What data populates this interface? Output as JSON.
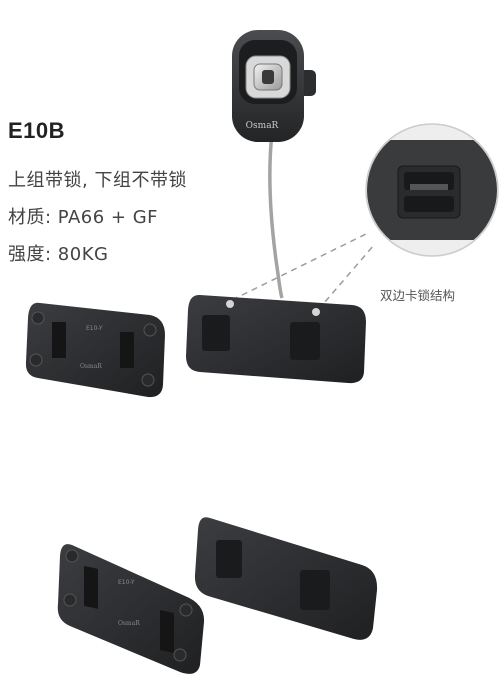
{
  "product": {
    "model": "E10B",
    "specs": [
      "上组带锁, 下组不带锁",
      "材质: PA66 + GF",
      "强度: 80KG"
    ],
    "callout_label": "双边卡锁结构"
  },
  "brand": {
    "logo_text": "OsmaR",
    "part_code": "E10-Y"
  },
  "colors": {
    "product_dark": "#2f3032",
    "product_mid": "#46484b",
    "cable": "#9a9a9a",
    "dashed_line": "#999999"
  }
}
